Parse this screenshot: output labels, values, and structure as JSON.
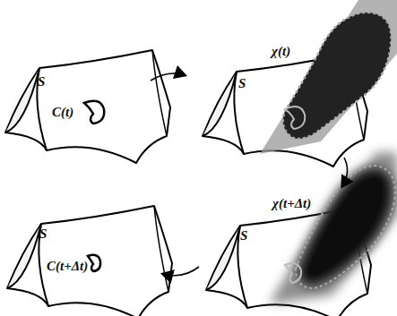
{
  "diagram": {
    "labels": [
      "S",
      "C(t)",
      "S",
      "χ(t)",
      "S",
      "χ(t+Δt)",
      "S",
      "C(t+Δt)"
    ]
  }
}
